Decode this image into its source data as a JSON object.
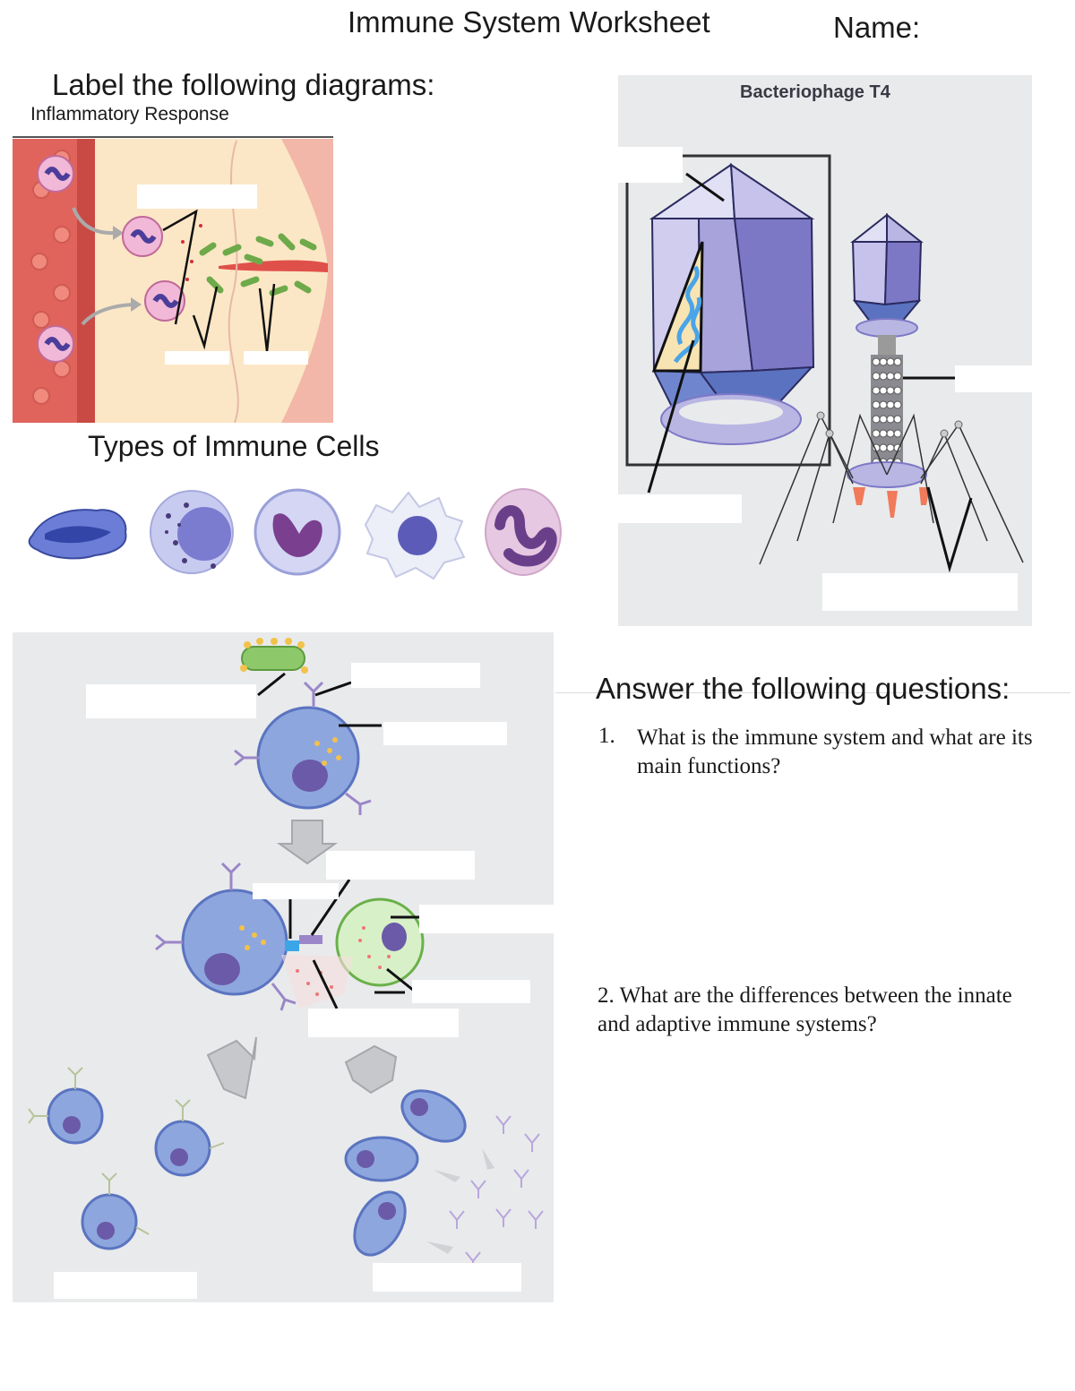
{
  "worksheet": {
    "title": "Immune System Worksheet",
    "name_label": "Name:"
  },
  "labeling": {
    "heading": "Label the following diagrams:",
    "inflammatory_label": "Inflammatory Response",
    "types_heading": "Types of Immune Cells",
    "phage_title": "Bacteriophage T4"
  },
  "questions": {
    "heading": "Answer the following questions:",
    "items": [
      {
        "number": "1.",
        "text": "What is the immune system and what are its main functions?"
      },
      {
        "number": "2.",
        "text": "What are the differences between the innate and adaptive immune systems?"
      }
    ]
  },
  "colors": {
    "panel_gray": "#e9eaec",
    "cell_blue": "#8ea6de",
    "nucleus_purple": "#6a5aa8",
    "phage_lavender": "#b9b6e3",
    "phage_blue": "#6f86cf",
    "vessel_red": "#e0645c",
    "bacteria_green": "#8dc96a"
  }
}
